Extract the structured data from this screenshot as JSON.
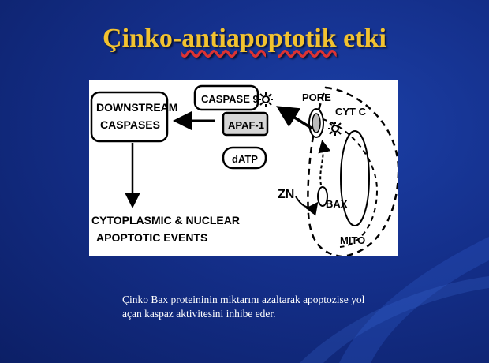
{
  "slide": {
    "title_prefix": "Çinko-",
    "title_underlined": "antiapoptotik",
    "title_suffix": " etki",
    "caption_line1": "Çinko Bax proteininin miktarını azaltarak  apoptozise yol",
    "caption_line2": "açan kaspaz aktivitesini inhibe eder."
  },
  "diagram": {
    "downstream_line1": "DOWNSTREAM",
    "downstream_line2": "CASPASES",
    "caspase9": "CASPASE 9",
    "apaf1": "APAF-1",
    "datp": "dATP",
    "pore": "PORE",
    "cytc": "CYT C",
    "zn": "ZN",
    "bax": "BAX",
    "mito": "MITO",
    "events_line1": "CYTOPLASMIC & NUCLEAR",
    "events_line2": "APOPTOTIC EVENTS"
  },
  "colors": {
    "title": "#f2c230",
    "background": "#142f8a",
    "caption": "#ffffff"
  }
}
